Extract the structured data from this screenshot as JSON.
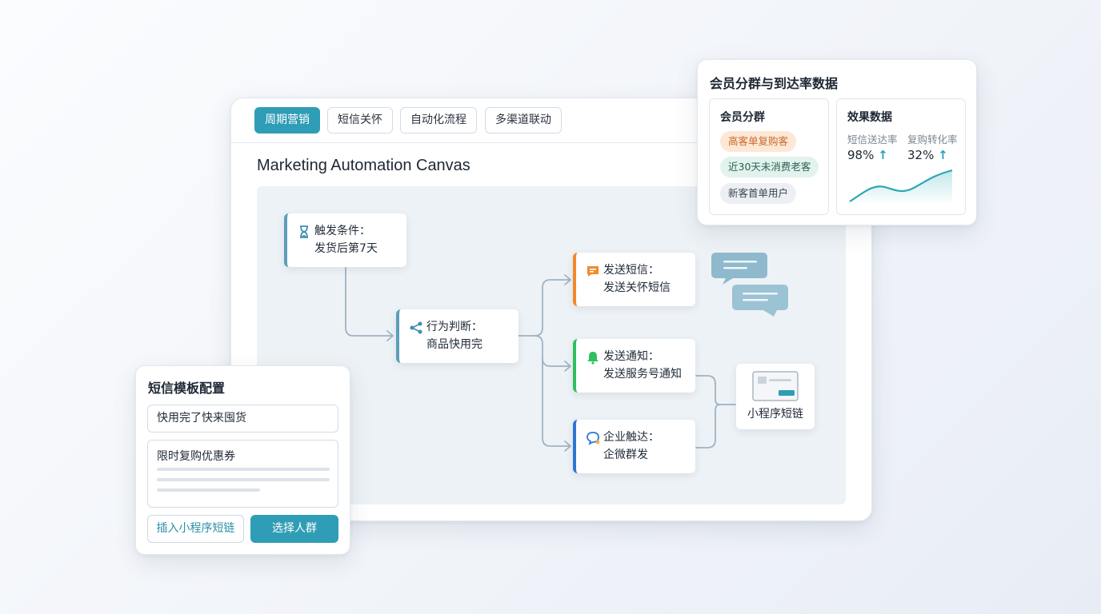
{
  "tabs": [
    {
      "label": "周期营销",
      "active": true
    },
    {
      "label": "短信关怀",
      "active": false
    },
    {
      "label": "自动化流程",
      "active": false
    },
    {
      "label": "多渠道联动",
      "active": false
    }
  ],
  "canvas": {
    "title": "Marketing Automation Canvas",
    "nodes": {
      "trigger": {
        "line1": "触发条件：",
        "line2": "发货后第7天",
        "icon": "hourglass-icon",
        "color": "#5b9eb8"
      },
      "decision": {
        "line1": "行为判断：",
        "line2": "商品快用完",
        "icon": "share-nodes-icon",
        "color": "#5b9eb8"
      },
      "sms": {
        "line1": "发送短信：",
        "line2": "发送关怀短信",
        "icon": "message-icon",
        "color": "#f08a2a"
      },
      "notify": {
        "line1": "发送通知：",
        "line2": "发送服务号通知",
        "icon": "bell-icon",
        "color": "#2fbf5f"
      },
      "wecom": {
        "line1": "企业触达：",
        "line2": "企微群发",
        "icon": "wecom-chat-icon",
        "color": "#2f76d2"
      }
    },
    "mini_program": {
      "label": "小程序短链",
      "icon": "mini-program-card-icon"
    }
  },
  "member_panel": {
    "title": "会员分群与到达率数据",
    "segments": {
      "title": "会员分群",
      "tags": [
        {
          "label": "高客单复购客",
          "bg": "#fde8d6",
          "fg": "#c8692a"
        },
        {
          "label": "近30天未消费老客",
          "bg": "#e2f3ee",
          "fg": "#2c5f52"
        },
        {
          "label": "新客首单用户",
          "bg": "#eceff3",
          "fg": "#3b4450"
        }
      ]
    },
    "effect": {
      "title": "效果数据",
      "metrics": [
        {
          "label": "短信送达率",
          "value": "98%",
          "trend": "↑"
        },
        {
          "label": "复购转化率",
          "value": "32%",
          "trend": "↑"
        }
      ]
    }
  },
  "sms_panel": {
    "title": "短信模板配置",
    "input_value": "快用完了快来囤货",
    "textarea_text": "限时复购优惠券",
    "insert_button": "插入小程序短链",
    "select_button": "选择人群"
  },
  "colors": {
    "accent": "#2f9db5",
    "connector": "#9fb3c4",
    "chat_bubble": "#8fb9cc"
  }
}
